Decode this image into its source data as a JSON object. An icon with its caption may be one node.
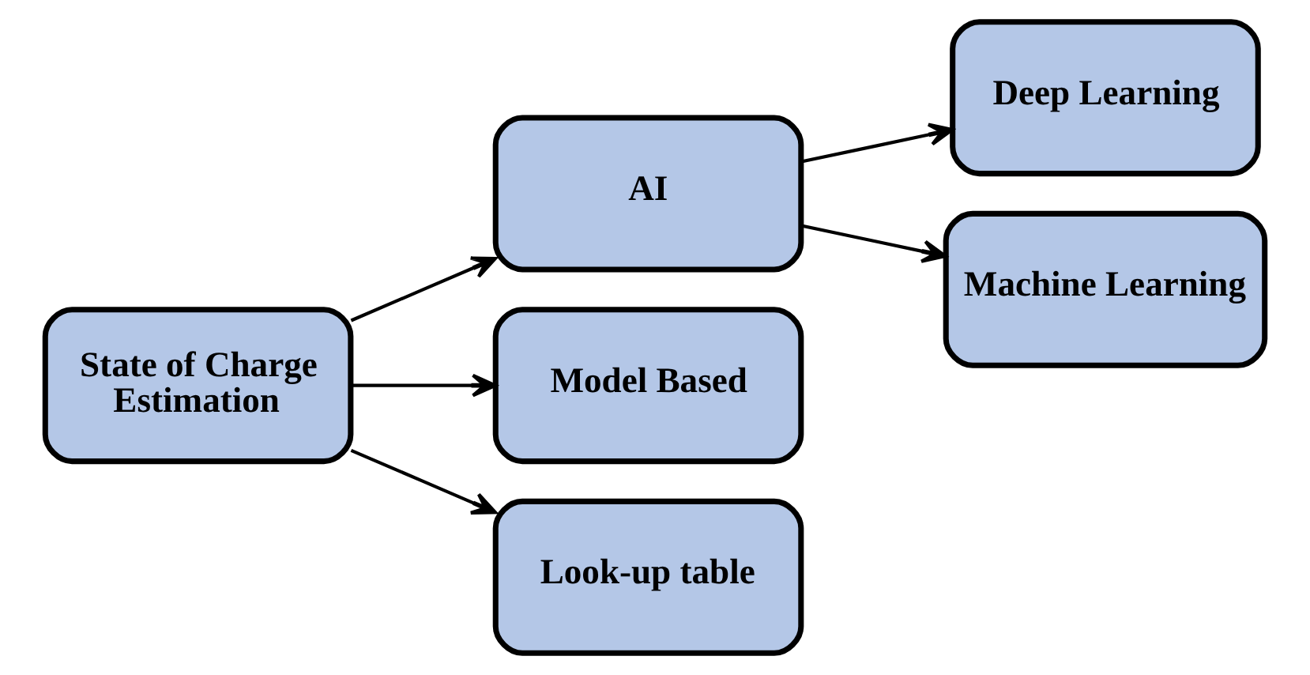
{
  "diagram": {
    "nodes": [
      {
        "text": [
          "State of Charge Estimation"
        ]
      },
      {
        "text": [
          "AI"
        ]
      },
      {
        "text": [
          "Model Based"
        ]
      },
      {
        "text": [
          "Look-up table"
        ]
      },
      {
        "text": [
          "Deep Learning"
        ]
      },
      {
        "text": [
          "Machine Learning"
        ]
      }
    ],
    "edges": [
      {
        "from": 0,
        "to": 1,
        "arrow": "to"
      },
      {
        "from": 0,
        "to": 2,
        "arrow": "to"
      },
      {
        "from": 0,
        "to": 3,
        "arrow": "to"
      },
      {
        "from": 1,
        "to": 4,
        "arrow": "to"
      },
      {
        "from": 1,
        "to": 5,
        "arrow": "to"
      }
    ]
  }
}
